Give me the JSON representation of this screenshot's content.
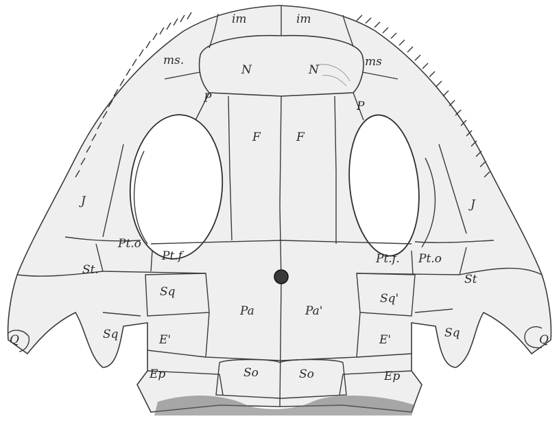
{
  "labels": {
    "im_left": "im",
    "im_right": "im",
    "ms_left": "ms.",
    "ms_right": "ms",
    "N_left": "N",
    "N_right": "N",
    "P_left": "P",
    "P_right": "P",
    "F_left": "F",
    "F_right": "F",
    "J_left": "J",
    "J_right": "J",
    "Pto_left": "Pt.o",
    "Pto_right": "Pt.o",
    "Ptf_left": "Pt.f",
    "Ptf_right": "Pt.f.",
    "St_left": "St.",
    "St_right": "St",
    "Sq_upper_left": "Sq",
    "Sq_upper_right": "Sq'",
    "Sq_lower_left": "Sq",
    "Sq_lower_right": "Sq",
    "Pa_left": "Pa",
    "Pa_right": "Pa'",
    "E_left": "E'",
    "E_right": "E'",
    "Ep_left": "Ep",
    "Ep_right": "Ep",
    "So_left": "So",
    "So_right": "So",
    "Q_left": "Q",
    "Q_right": "Q"
  }
}
